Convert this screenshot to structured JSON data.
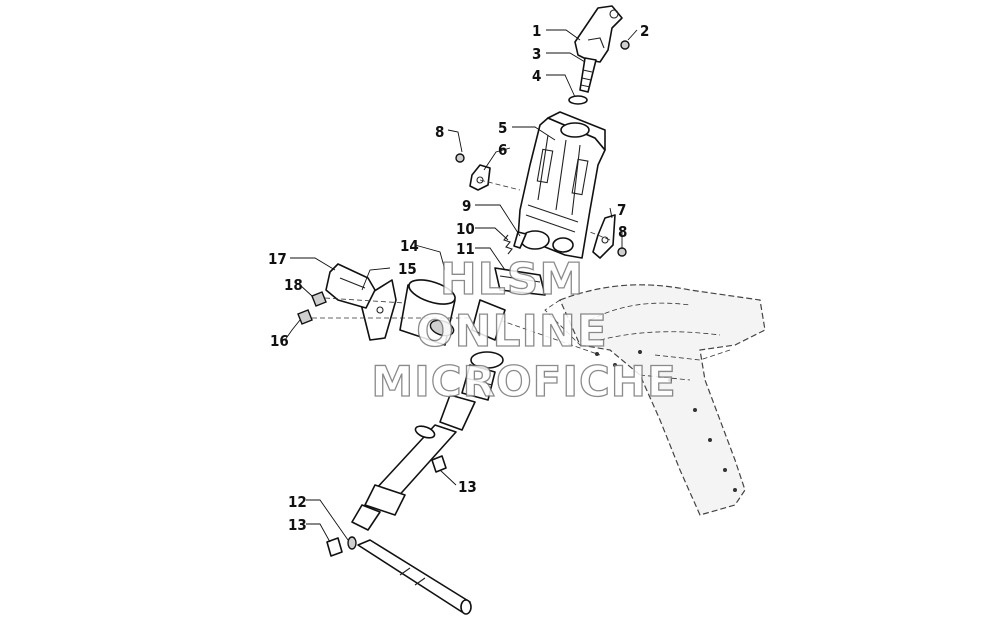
{
  "callouts": {
    "c1": "1",
    "c2": "2",
    "c3": "3",
    "c4": "4",
    "c5": "5",
    "c6": "6",
    "c7": "7",
    "c8a": "8",
    "c8b": "8",
    "c9": "9",
    "c10": "10",
    "c11": "11",
    "c12": "12",
    "c13a": "13",
    "c13b": "13",
    "c14": "14",
    "c15": "15",
    "c16": "16",
    "c17": "17",
    "c18": "18"
  },
  "watermark": {
    "line1": "HLSM",
    "line2": "ONLINE",
    "line3": "MICROFICHE"
  }
}
